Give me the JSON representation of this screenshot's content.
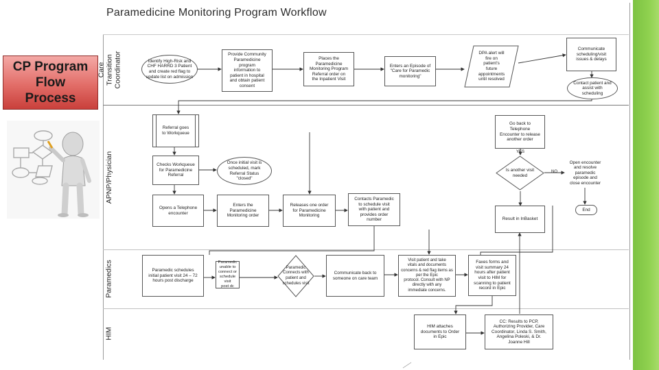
{
  "slide": {
    "badge_text": "CP Program\nFlow\nProcess",
    "colors": {
      "accent_green": "#8fd14f",
      "badge_red": "#e26d68",
      "line": "#333333"
    },
    "icons": [
      "flowchart-figure-icon"
    ]
  },
  "diagram": {
    "title": "Paramedicine Monitoring Program Workflow",
    "lanes": [
      {
        "id": "ctc",
        "label": "Care Transition\nCoordinator"
      },
      {
        "id": "aprn",
        "label": "APNP/Physician"
      },
      {
        "id": "para",
        "label": "Paramedics"
      },
      {
        "id": "him",
        "label": "HIM"
      }
    ],
    "nodes": {
      "identify": "Identify High-Risk  and\nCHF HARRD 3 Patient\nand create red flag to\nupdate list on admission",
      "provide_info": "Provide Community\nParamedicine\nprogram\ninformation to\npatient in hospital\nand obtain patient\nconsent",
      "places_referral": "Places the\nParamedicine\nMonitoring Program\nReferral order on\nthe Inpatient Visit",
      "enters_episode": "Enters an Episode of\n\"Care for Paramedic\nmonitoring\"",
      "dpa_alert": "DPA alert will\nfire on\npatient's\nfuture\nappointments\nuntil resolved",
      "communicate_scheduling": "Communicate\nscheduling/visit\nissues & delays",
      "contact_patient": "Contact patient and\nassist with\nscheduling",
      "referral_workqueue": "Referral goes\nto Workqueue",
      "checks_workqueue": "Checks Workqueue\nfor Paramedicine\nReferral",
      "once_initial": "Once initial visit is\nscheduled, mark\nReferral Status\n\"closed\"",
      "opens_telephone": "Opens a Telephone\nencounter",
      "enters_order": "Enters the\nParamedicine\nMonitoring order",
      "releases_order": "Releases one order\nfor Paramedicine\nMonitoring",
      "contacts_paramedic": "Contacts Paramedic\nto schedule visit\nwith patient and\nprovides order\nnumber",
      "go_back": "Go back to\nTelephone\nEncounter to release\nanother order",
      "another_visit": "Is another visit\nneeded",
      "open_encounter": "Open encounter\nand resolve\nparamedic\nepisode and\nclose encounter",
      "end": "End",
      "result_inbasket": "Result in InBasket",
      "para_schedules": "Paramedic schedules\ninitial patient visit 24 – 72\nhours post discharge",
      "para_unable": "Paramedic\nunable to\nconnect or\nschedule visit\npost dc",
      "para_connects": "Paramedic\nConnects with\npatient and\nschedules visit",
      "communicate_back": "Communicate back to\nsomeone on care team",
      "visit_patient": "Visit patient and take\nvitals and documents\nconcerns & red flag items as\nper the Epic\nprotocol.  Consult with NP\ndirectly with any\nimmediate concerns.",
      "faxes_forms": "Faxes forms and\nvisit summary 24\nhours after patient\nvisit to HIM for\nscanning to patient\nrecord in Epic",
      "him_attaches": "HIM attaches\ndocuments to Order\nin Epic",
      "cc_results": "CC: Results to PCP,\nAuthorizing Provider, Care\nCoordinator, Linda S. Smith,\nAngelina Poleski, & Dr.\nJoanne Hill"
    },
    "edge_labels": {
      "yes": "YES",
      "no": "NO"
    }
  }
}
